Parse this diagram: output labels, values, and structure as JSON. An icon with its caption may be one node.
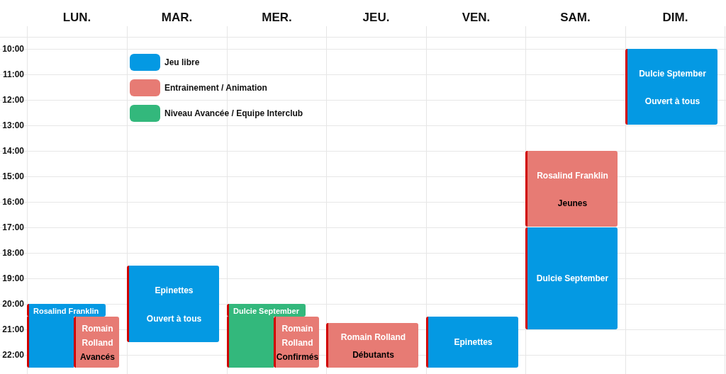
{
  "diagram": {
    "nodes": [
      {
        "text": [
          "Rosalind Franklin"
        ]
      },
      {
        "text": [
          "Romain Rolland",
          "Avancés"
        ]
      },
      {
        "text": [
          "Epinettes",
          "Ouvert à tous"
        ]
      },
      {
        "text": [
          "Dulcie September"
        ]
      },
      {
        "text": [
          "Romain Rolland",
          "Confirmés"
        ]
      },
      {
        "text": [
          "Romain Rolland",
          "Débutants"
        ]
      },
      {
        "text": [
          "Epinettes"
        ]
      },
      {
        "text": [
          "Rosalind Franklin",
          "Jeunes"
        ]
      },
      {
        "text": [
          "Dulcie September"
        ]
      },
      {
        "text": [
          "Dulcie Sptember",
          "Ouvert à tous"
        ]
      }
    ],
    "labels": [
      "LUN.",
      "MAR.",
      "MER.",
      "JEU.",
      "VEN.",
      "SAM.",
      "DIM.",
      "10:00",
      "11:00",
      "12:00",
      "13:00",
      "14:00",
      "15:00",
      "16:00",
      "17:00",
      "18:00",
      "19:00",
      "20:00",
      "21:00",
      "22:00"
    ],
    "legend": [
      {
        "text": "Jeu libre",
        "color": "#0499e3"
      },
      {
        "text": "Entrainement / Animation",
        "color": "#e77b74"
      },
      {
        "text": "Niveau Avancée / Equipe Interclub",
        "color": "#33b87c"
      }
    ]
  }
}
